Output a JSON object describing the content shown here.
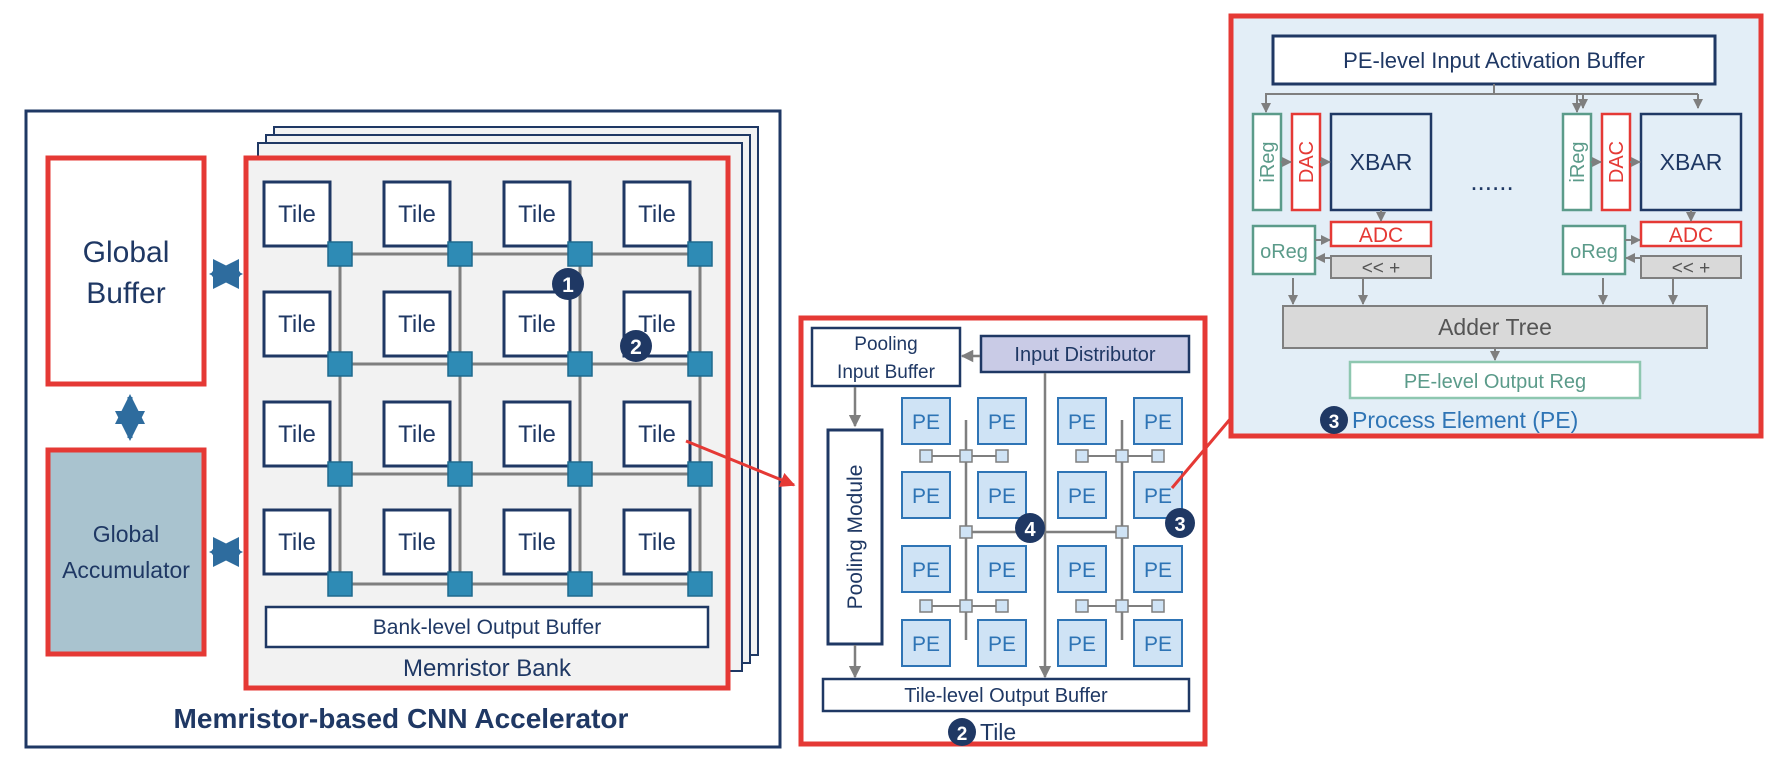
{
  "accelerator": {
    "title": "Memristor-based CNN Accelerator",
    "global_buffer_line1": "Global",
    "global_buffer_line2": "Buffer",
    "global_accumulator_line1": "Global",
    "global_accumulator_line2": "Accumulator"
  },
  "bank": {
    "tile_label": "Tile",
    "output_buffer": "Bank-level Output Buffer",
    "caption": "Memristor Bank",
    "marker_router": "1",
    "marker_tile": "2"
  },
  "tile": {
    "pooling_input_buffer_line1": "Pooling",
    "pooling_input_buffer_line2": "Input Buffer",
    "input_distributor": "Input Distributor",
    "pooling_module": "Pooling Module",
    "pe_label": "PE",
    "output_buffer": "Tile-level Output Buffer",
    "caption_marker": "2",
    "caption": "Tile",
    "marker_router": "4",
    "marker_pe": "3"
  },
  "pe": {
    "input_buffer": "PE-level Input Activation Buffer",
    "ireg": "iReg",
    "dac": "DAC",
    "xbar": "XBAR",
    "ellipsis": "......",
    "adc": "ADC",
    "oreg": "oReg",
    "shift_add": "<< +",
    "adder_tree": "Adder Tree",
    "output_reg": "PE-level Output Reg",
    "caption_marker": "3",
    "caption": "Process Element (PE)"
  },
  "colors": {
    "navy": "#1f3864",
    "highlight_red": "#e53935",
    "router_blue": "#2e8bb5",
    "pe_fill": "#cfe3f5",
    "pe_stroke": "#2e74b5",
    "accumulator_fill": "#a9c3cf",
    "bank_fill": "#f2f2f2",
    "pe_panel_fill": "#e3eef7",
    "teal": "#5b9b8a",
    "grey_fill": "#d9d9d9"
  }
}
